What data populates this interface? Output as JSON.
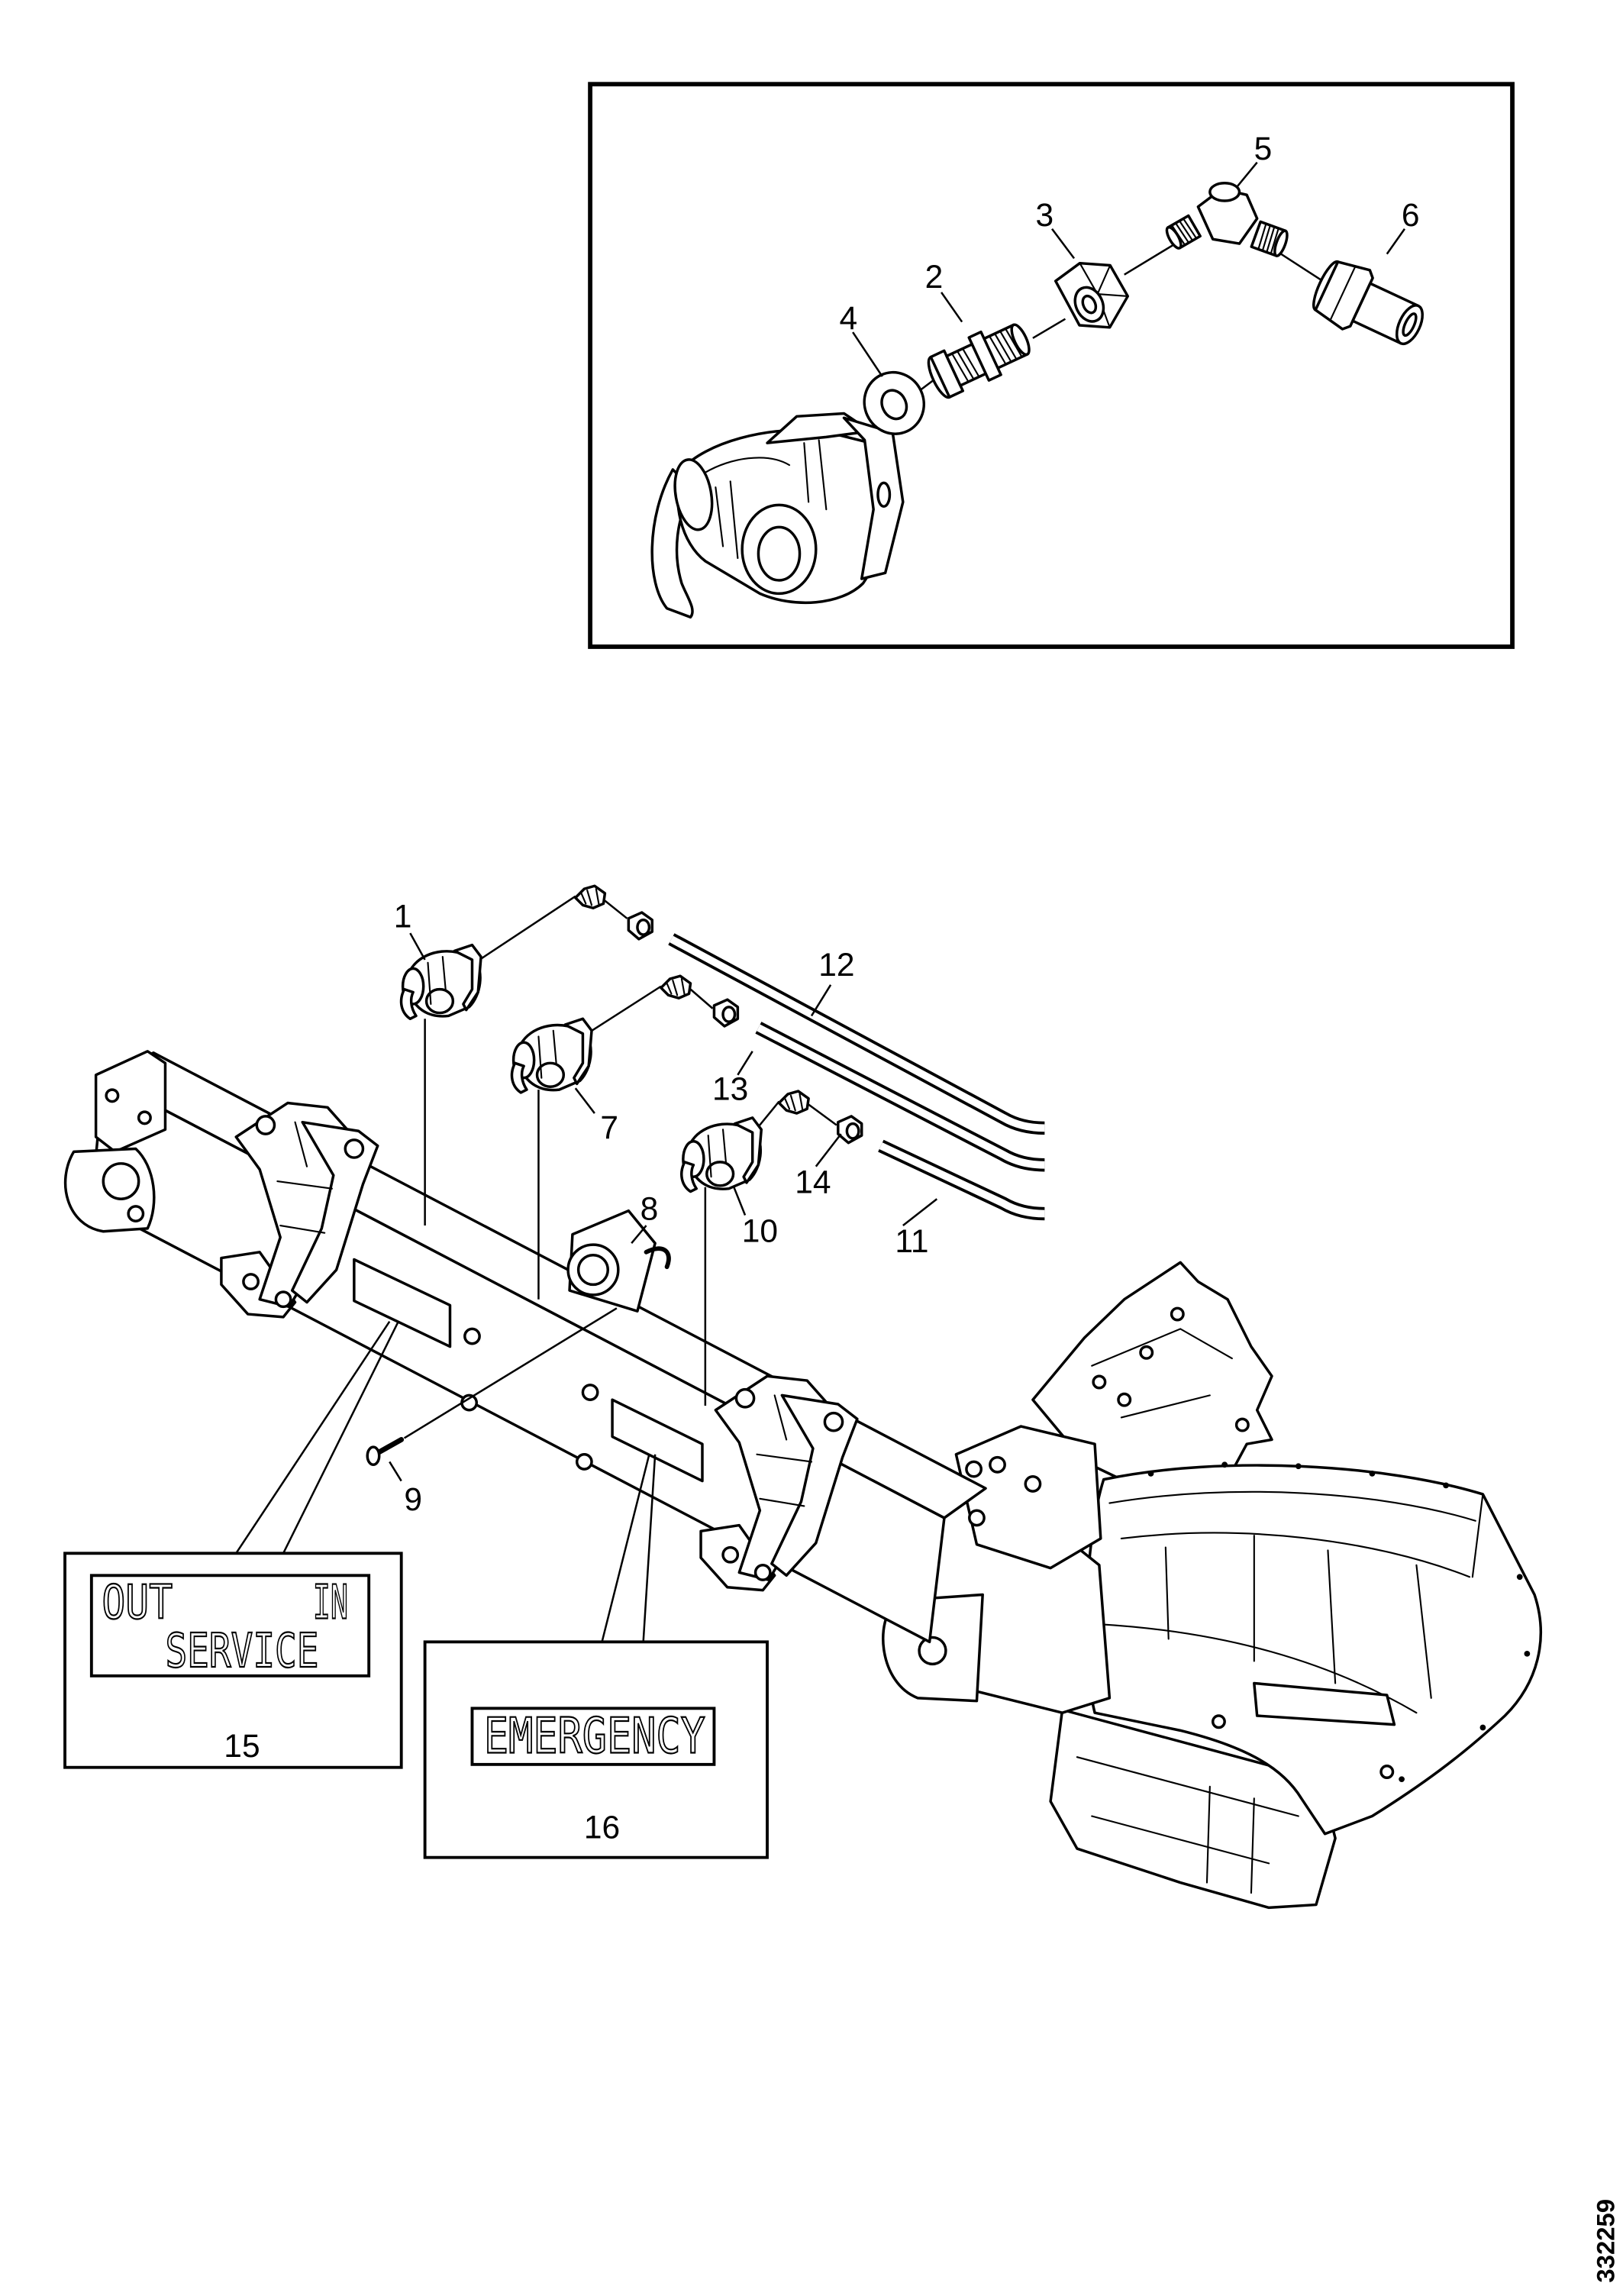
{
  "figure": {
    "id": "332259"
  },
  "inset": {
    "callouts": {
      "c2": "2",
      "c3": "3",
      "c4": "4",
      "c5": "5",
      "c6": "6"
    }
  },
  "main": {
    "callouts": {
      "c1": "1",
      "c7": "7",
      "c8": "8",
      "c9": "9",
      "c10": "10",
      "c11": "11",
      "c12": "12",
      "c13": "13",
      "c14": "14"
    }
  },
  "labels": {
    "service": {
      "line1_left": "OUT",
      "line1_right": "IN",
      "line2": "SERVICE",
      "callout": "15"
    },
    "emergency": {
      "text": "EMERGENCY",
      "callout": "16"
    }
  }
}
